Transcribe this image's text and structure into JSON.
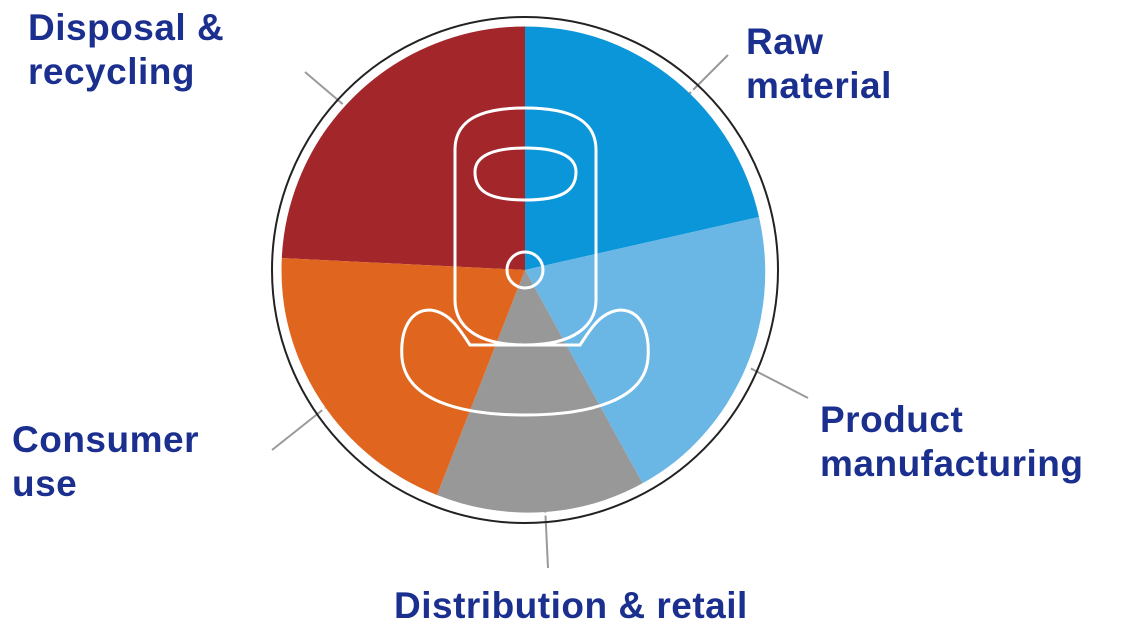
{
  "diagram": {
    "type": "lifecycle-wheel",
    "colors": {
      "disposal": "#a3262b",
      "raw": "#0b96d9",
      "product": "#6ab7e6",
      "distribution": "#989898",
      "consumer": "#e0661f",
      "label": "#1b2f8f",
      "outline": "#222222",
      "icon_stroke": "#ffffff"
    },
    "center_icon": "car-seat-icon",
    "segments": [
      {
        "key": "raw",
        "lines": [
          "Raw",
          "material"
        ]
      },
      {
        "key": "product",
        "lines": [
          "Product",
          "manufacturing"
        ]
      },
      {
        "key": "distribution",
        "lines": [
          "Distribution & retail"
        ]
      },
      {
        "key": "consumer",
        "lines": [
          "Consumer",
          "use"
        ]
      },
      {
        "key": "disposal",
        "lines": [
          "Disposal &",
          "recycling"
        ]
      }
    ]
  }
}
